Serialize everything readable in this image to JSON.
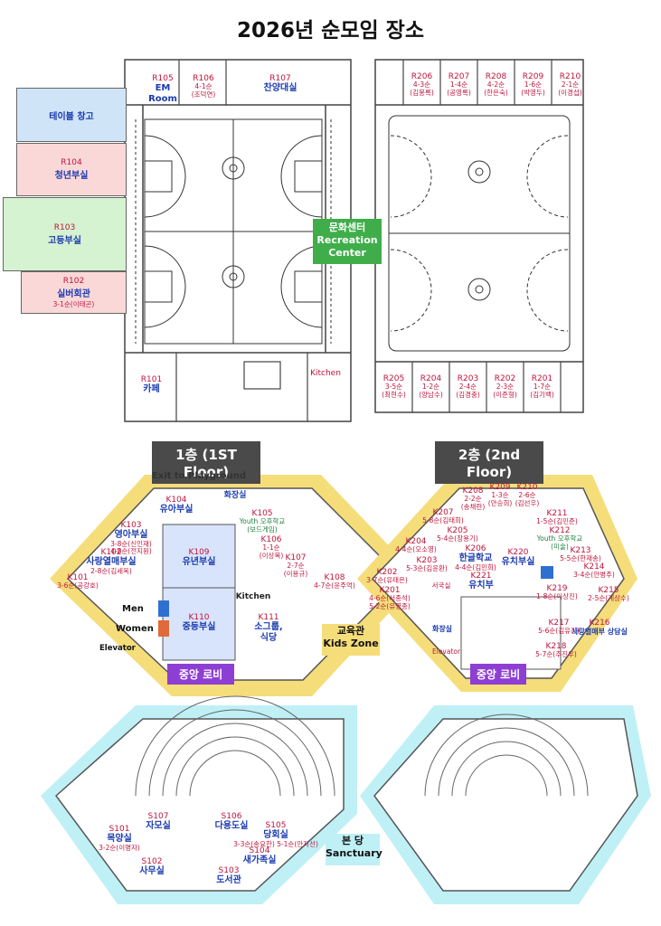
{
  "title": "2026년 순모임 장소",
  "colors": {
    "room_code": "#c0143c",
    "room_name": "#1b3bb0",
    "sub": "#c0143c",
    "green": "#208040",
    "purple": "#8e3fd3",
    "yellow": "#f5dd7a",
    "cyan": "#bff0f6",
    "floor_label": "#4a4a4a"
  },
  "recreation": {
    "ko": "문화센터",
    "en": "Recreation Center"
  },
  "side_rooms": [
    {
      "name": "테이블 창고",
      "color": "#cfe4f7"
    },
    {
      "code": "R104",
      "name": "청년부실",
      "color": "#fbd8d8"
    },
    {
      "code": "R103",
      "name": "고등부실",
      "color": "#d5f2d1"
    },
    {
      "code": "R102",
      "name": "실버회관",
      "sub": "3-1순(이태곤)",
      "color": "#fbd8d8"
    }
  ],
  "rec1": [
    {
      "code": "R105",
      "name": "EM Room"
    },
    {
      "code": "R106",
      "sub1": "4-1순",
      "sub2": "(조덕연)"
    },
    {
      "code": "R107",
      "name": "찬양대실"
    },
    {
      "code": "R101",
      "name": "카페"
    },
    {
      "name": "Kitchen"
    }
  ],
  "rec2_top": [
    {
      "code": "R206",
      "sub1": "4-3순",
      "sub2": "(김봉록)"
    },
    {
      "code": "R207",
      "sub1": "1-4순",
      "sub2": "(공영록)"
    },
    {
      "code": "R208",
      "sub1": "4-2순",
      "sub2": "(한은숙)"
    },
    {
      "code": "R209",
      "sub1": "1-6순",
      "sub2": "(박영두)"
    },
    {
      "code": "R210",
      "sub1": "2-1순",
      "sub2": "(이경섭)"
    }
  ],
  "rec2_bottom": [
    {
      "code": "R205",
      "sub1": "3-5순",
      "sub2": "(최현수)"
    },
    {
      "code": "R204",
      "sub1": "1-2순",
      "sub2": "(양남수)"
    },
    {
      "code": "R203",
      "sub1": "2-4순",
      "sub2": "(김경충)"
    },
    {
      "code": "R202",
      "sub1": "2-3순",
      "sub2": "(이준형)"
    },
    {
      "code": "R201",
      "sub1": "1-7순",
      "sub2": "(김기백)"
    }
  ],
  "floor1_label": "1층 (1ST Floor)",
  "floor2_label": "2층 (2nd Floor)",
  "exit_label": "Exit to Playground",
  "k1": {
    "restroom": "화장실",
    "K104": {
      "code": "K104",
      "name": "유아부실"
    },
    "K105": {
      "code": "K105",
      "sub1": "Youth 오후학교",
      "sub2": "(보드게임)"
    },
    "K103": {
      "code": "K103",
      "name": "영아부실",
      "sub1": "3-8순(신인재)",
      "sub2": "4-8순(전지원)"
    },
    "K102": {
      "code": "K102",
      "name": "사랑열매부실",
      "sub1": "2-8순(김세옥)"
    },
    "K101": {
      "code": "K101",
      "sub1": "3-6순(공강호)"
    },
    "K109": {
      "code": "K109",
      "name": "유년부실"
    },
    "K106": {
      "code": "K106",
      "sub1": "1-1순",
      "sub2": "(이상복)"
    },
    "K107": {
      "code": "K107",
      "sub1": "2-7순",
      "sub2": "(이용규)"
    },
    "K108": {
      "code": "K108",
      "sub1": "4-7순(윤주억)"
    },
    "K110": {
      "code": "K110",
      "name": "중등부실"
    },
    "K111": {
      "code": "K111",
      "name": "소그룹,",
      "name2": "식당"
    },
    "kitchen": "Kitchen",
    "men": "Men",
    "women": "Women",
    "elevator": "Elevator",
    "lobby": "중앙 로비"
  },
  "kids_zone": {
    "ko": "교육관",
    "en": "Kids Zone"
  },
  "k2": {
    "K208": {
      "code": "K208",
      "sub1": "2-2순",
      "sub2": "(송채란)"
    },
    "K209": {
      "code": "K209",
      "sub1": "1-3순",
      "sub2": "(안승희)"
    },
    "K210": {
      "code": "K210",
      "sub1": "2-6순",
      "sub2": "(김선우)"
    },
    "K207": {
      "code": "K207",
      "sub1": "5-8순(김태희)"
    },
    "K205": {
      "code": "K205",
      "sub1": "5-4순(장용기)"
    },
    "K211": {
      "code": "K211",
      "sub1": "1-5순(김민준)"
    },
    "K212": {
      "code": "K212",
      "sub1": "Youth 오후학교",
      "sub2": "(미술)"
    },
    "K204": {
      "code": "K204",
      "sub1": "4-4순(오소영)"
    },
    "K206": {
      "code": "K206",
      "name": "한글학교",
      "sub1": "4-4순(김민희)"
    },
    "K220": {
      "code": "K220",
      "name": "유치부실"
    },
    "K203": {
      "code": "K203",
      "sub1": "5-3순(김윤환)"
    },
    "K213": {
      "code": "K213",
      "sub1": "5-5순(한재송)"
    },
    "K214": {
      "code": "K214",
      "sub1": "3-4순(안병주)"
    },
    "K202": {
      "code": "K202",
      "sub1": "3-7순(유태은)"
    },
    "K221": {
      "code": "K221",
      "name": "유치부"
    },
    "K201": {
      "code": "K201",
      "sub1": "4-6순(서종석)",
      "sub2": "5-2순(유영종)"
    },
    "K215": {
      "code": "K215",
      "sub1": "2-5순(계상수)"
    },
    "K219": {
      "code": "K219",
      "sub1": "1-8순(이상진)"
    },
    "K217": {
      "code": "K217",
      "sub1": "5-6순(김유진)"
    },
    "K216": {
      "code": "K216",
      "name": "사랑열매부 상담실"
    },
    "K218": {
      "code": "K218",
      "sub1": "5-7순(추진우)"
    },
    "seoguk": "서국실",
    "restroom": "화장실",
    "elevator": "Elevator",
    "lobby": "중앙 로비"
  },
  "sanct": {
    "S107": {
      "code": "S107",
      "name": "자모실"
    },
    "S106": {
      "code": "S106",
      "name": "다용도실"
    },
    "S101": {
      "code": "S101",
      "name": "목양실",
      "sub1": "3-2순(이명자)"
    },
    "S105": {
      "code": "S105",
      "name": "당회실",
      "sub1": "3-3순(송요한)",
      "sub2": "5-1순(안지선)"
    },
    "S104": {
      "code": "S104",
      "name": "새가족실"
    },
    "S102": {
      "code": "S102",
      "name": "사무실"
    },
    "S103": {
      "code": "S103",
      "name": "도서관"
    }
  },
  "sanctuary": {
    "ko": "본 당",
    "en": "Sanctuary"
  }
}
